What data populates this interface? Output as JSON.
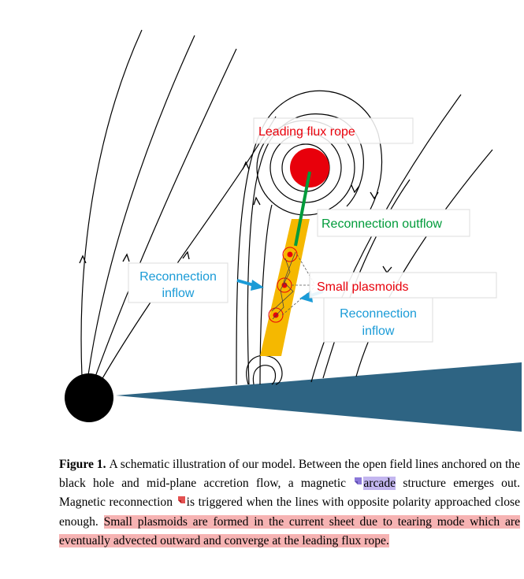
{
  "figure": {
    "labels": {
      "leading_flux_rope": "Leading flux rope",
      "reconnection_outflow": "Reconnection outflow",
      "reconnection_inflow_left_1": "Reconnection",
      "reconnection_inflow_left_2": "inflow",
      "small_plasmoids": "Small plasmoids",
      "reconnection_inflow_right_1": "Reconnection",
      "reconnection_inflow_right_2": "inflow"
    },
    "colors": {
      "flux_rope": "#e8000b",
      "label_red": "#e8000b",
      "outflow_green": "#009b3a",
      "inflow_blue": "#1a9bd7",
      "current_sheet": "#f5b800",
      "disk": "#2e6483",
      "black_hole": "#000000"
    }
  },
  "caption": {
    "label": "Figure 1.",
    "part1": "A schematic illustration of our model. Between the open field lines anchored on the black hole and mid-plane accretion flow, a magnetic ",
    "hl_purple": "arcade",
    "part2": " structure emerges out. Magnetic reconnection",
    "part3": "is triggered when the lines with opposite polarity approached close enough.",
    "hl_red": "Small plasmoids are formed in the current sheet due to tearing mode which are eventually advected outward and converge at the leading flux rope."
  }
}
